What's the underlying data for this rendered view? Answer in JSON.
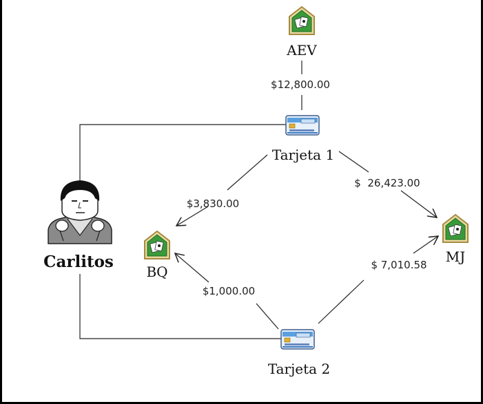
{
  "nodes": {
    "person": {
      "label": "Carlitos",
      "icon": "person-icon"
    },
    "aev": {
      "label": "AEV",
      "icon": "merchant-icon"
    },
    "bq": {
      "label": "BQ",
      "icon": "merchant-icon"
    },
    "mj": {
      "label": "MJ",
      "icon": "merchant-icon"
    },
    "card1": {
      "label": "Tarjeta 1",
      "icon": "credit-card-icon"
    },
    "card2": {
      "label": "Tarjeta 2",
      "icon": "credit-card-icon"
    }
  },
  "edges": {
    "card1_to_aev": "$12,800.00",
    "card1_to_bq": "$3,830.00",
    "card1_to_mj": "$  26,423.00",
    "card2_to_bq": "$1,000.00",
    "card2_to_mj": "$ 7,010.58"
  },
  "colors": {
    "merchant_green": "#3a9a3a",
    "merchant_border": "#a68a3e",
    "card_blue": "#5aa0e0"
  }
}
